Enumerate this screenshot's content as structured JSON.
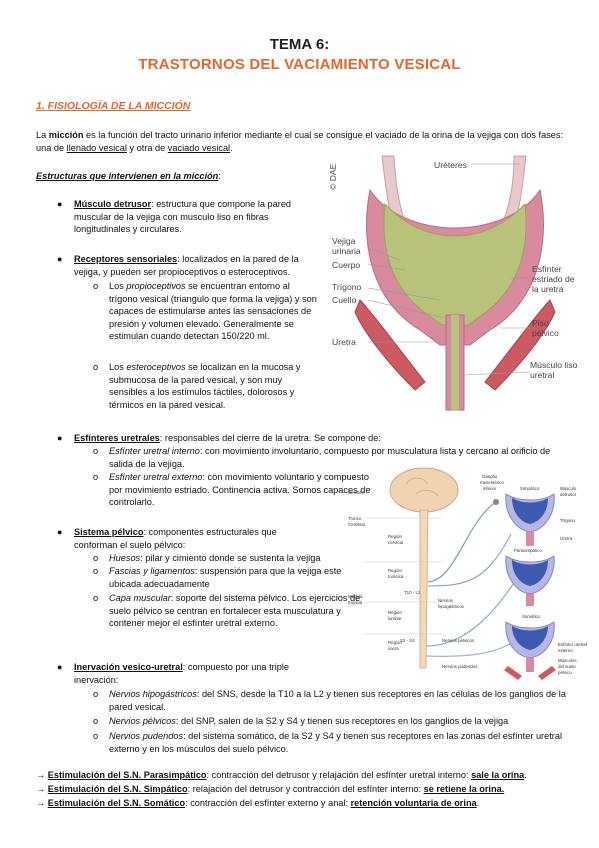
{
  "header": {
    "title": "TEMA 6:",
    "subtitle": "TRASTORNOS DEL VACIAMIENTO VESICAL"
  },
  "section1": {
    "heading": "1. FISIOLOGÍA DE LA MICCIÓN",
    "intro": {
      "p1": "La ",
      "term": "micción",
      "p2": " es la función del tracto urinario inferior mediante el cual se consigue el vaciado de la orina de la vejiga con dos fases: una de ",
      "phase1": "llenado vesical",
      "p3": " y otra de ",
      "phase2": "vaciado vesical",
      "p4": "."
    },
    "structures_heading": "Estructuras que intervienen en la micción",
    "structures_colon": ":",
    "detrusor": {
      "term": "Músculo detrusor",
      "text": ": estructura que compone la pared muscular de la vejiga con musculo liso en fibras longitudinales y circulares."
    },
    "receptors": {
      "term": "Receptores sensoriales",
      "text": ": localizados en la pared de la vejiga, y pueden ser propioceptivos o esteroceptivos.",
      "items": [
        {
          "pre": "Los ",
          "term": "propioceptivos",
          "text": " se encuentran entorno al trígono vesical (triangulo que forma la vejiga) y son capaces de estimularse antes las sensaciones de presión y volumen elevado. Generalmente se estimulan cuando detectan 150/220 ml."
        },
        {
          "pre": "Los ",
          "term": "esteroceptivos",
          "text": " se localizan en la mucosa y submucosa de la pared vesical, y son muy sensibles a los estímulos táctiles, dolorosos y térmicos en la pared vesical."
        }
      ]
    },
    "sphincters": {
      "term": "Esfínteres uretrales",
      "text": ": responsables del cierre de la uretra. Se compone de:",
      "items": [
        {
          "term": "Esfínter uretral interno",
          "text": ": con movimiento involuntario, compuesto por musculatura lista y cercano al orificio de salida de la vejiga."
        },
        {
          "term": "Esfínter uretral externo",
          "text": ": con movimiento voluntario y compuesto por movimiento estriado. Continencia activa. Somos capaces de controlarlo."
        }
      ]
    },
    "pelvic": {
      "term": "Sistema pélvico",
      "text": ": componentes estructurales que conforman el suelo pélvico:",
      "items": [
        {
          "term": "Huesos",
          "text": ": pilar y cimiento donde se sustenta la vejiga"
        },
        {
          "term": "Fascias y ligamentos",
          "text": ": suspensión para que la vejiga este ubicada adecuadamente"
        },
        {
          "term": "Capa muscular",
          "text": ": soporte del sistema pélvico. Los ejercicios de suelo pélvico se centran en fortalecer esta musculatura y contener mejor el esfínter uretral externo."
        }
      ]
    },
    "innervation": {
      "term": "Inervación vesico-uretral",
      "text": ": compuesto por una triple inervación:",
      "items": [
        {
          "term": "Nervios hipogástricos",
          "text": ": del SNS, desde la T10 a la L2 y tienen sus receptores en las células de los ganglios de la pared vesical."
        },
        {
          "term": "Nervios pélvicos",
          "text": ": del SNP, salen de la S2 y S4 y tienen sus receptores en los ganglios de la vejiga"
        },
        {
          "term": "Nervios pudendos",
          "text": ": del sistema somático, de la S2 y S4 y tienen sus receptores en las zonas del esfínter uretral externo y en los músculos del suelo pélvico."
        }
      ]
    },
    "stimulation": [
      {
        "arrow": "→ ",
        "term": "Estimulación del S.N. Parasimpático",
        "text": ": contracción del detrusor y relajación del esfínter uretral interno: ",
        "result": "sale la orina",
        "end": "."
      },
      {
        "arrow": "→ ",
        "term": "Estimulación del S.N. Simpático",
        "text": ": relajación del detrusor y contracción del esfínter interno: ",
        "result": "se retiene la orina.",
        "end": ""
      },
      {
        "arrow": "→ ",
        "term": "Estimulación del S.N. Somático",
        "text": ": contracción del esfínter externo y anal: ",
        "result": "retención voluntaria de orina",
        "end": "."
      }
    ]
  },
  "figure1": {
    "watermark": "© DAE",
    "labels": {
      "ureteres": "Uréteres",
      "vejiga1": "Vejiga",
      "vejiga2": "urinaria",
      "cuerpo": "Cuerpo",
      "trigono": "Trígono",
      "cuello": "Cuello",
      "uretra": "Uretra",
      "esf1": "Esfínter",
      "esf2": "estriado de",
      "esf3": "la uretra",
      "piso1": "Piso",
      "piso2": "pélvico",
      "musc1": "Músculo liso",
      "musc2": "uretral"
    }
  },
  "figure2": {
    "labels": {
      "cerebro": "Cerebro",
      "tronco1": "Tronco",
      "tronco2": "Cerebral",
      "cervical1": "Región",
      "cervical2": "cervical",
      "toracica1": "Región",
      "toracica2": "torácica",
      "medula1": "Médula",
      "medula2": "Espinal",
      "lumbar1": "Región",
      "lumbar2": "lumbar",
      "sacra1": "Región",
      "sacra2": "sacra",
      "t10": "T10 - L2",
      "s2s4": "S2 - S4",
      "hipog1": "Nervios",
      "hipog2": "hipogástricos",
      "pelvicos": "Nervios pélvicos",
      "pudendos": "Nervios pudendos",
      "ganglio1": "Ganglio",
      "ganglio2": "mesentérico",
      "ganglio3": "inferior",
      "simpatico": "Simpático",
      "parasimpatico": "Parasimpático",
      "somatico": "Somático",
      "musculo1": "Músculo",
      "musculo2": "detrusor",
      "trigono": "Trígono",
      "uretra": "Uretra",
      "esfext1": "Esfínter uretral",
      "esfext2": "externo",
      "musc1": "Músculos",
      "musc2": "del suelo",
      "musc3": "pélvico"
    }
  }
}
